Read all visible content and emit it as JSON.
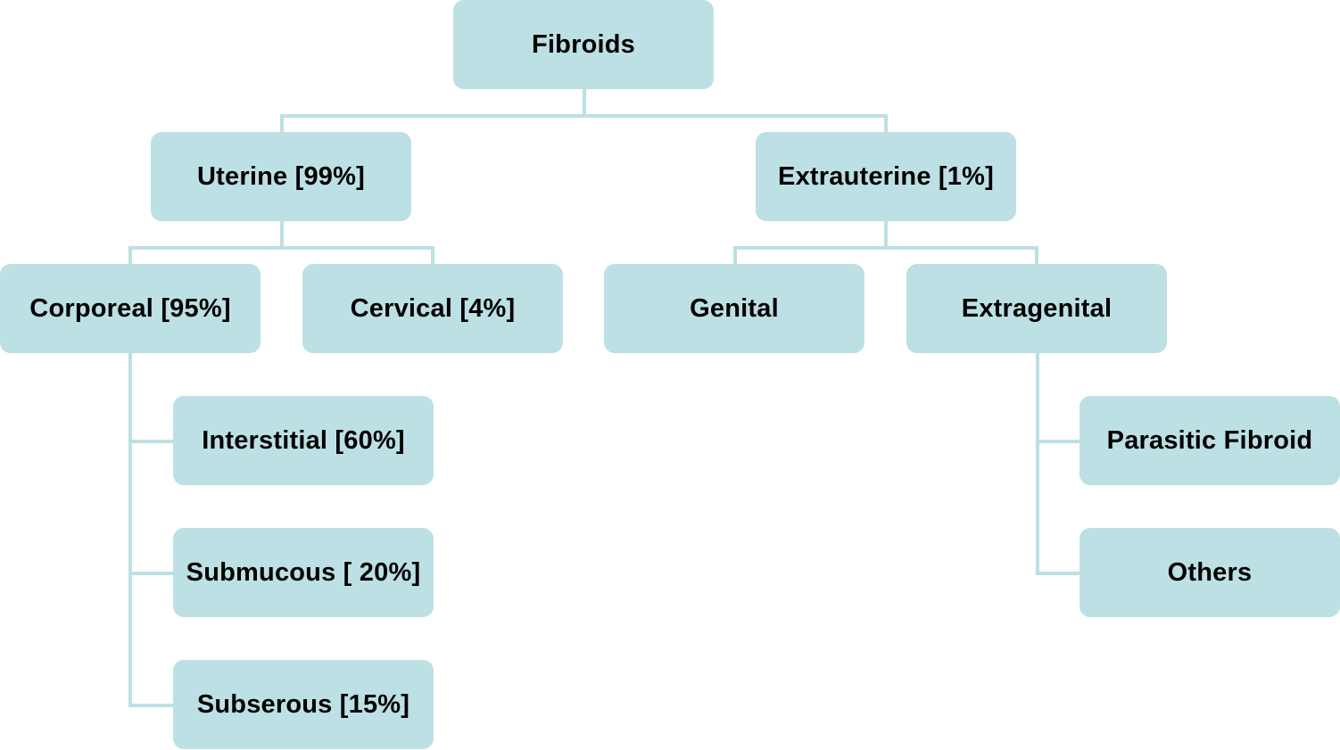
{
  "diagram": {
    "nodes": {
      "root": "Fibroids",
      "uterine": "Uterine [99%]",
      "extrauterine": "Extrauterine [1%]",
      "corporeal": "Corporeal [95%]",
      "cervical": "Cervical [4%]",
      "genital": "Genital",
      "extragenital": "Extragenital",
      "interstitial": "Interstitial [60%]",
      "submucous": "Submucous [ 20%]",
      "subserous": "Subserous [15%]",
      "parasitic": "Parasitic Fibroid",
      "others": "Others"
    },
    "edges": [
      [
        "root",
        "uterine"
      ],
      [
        "root",
        "extrauterine"
      ],
      [
        "uterine",
        "corporeal"
      ],
      [
        "uterine",
        "cervical"
      ],
      [
        "extrauterine",
        "genital"
      ],
      [
        "extrauterine",
        "extragenital"
      ],
      [
        "corporeal",
        "interstitial"
      ],
      [
        "corporeal",
        "submucous"
      ],
      [
        "corporeal",
        "subserous"
      ],
      [
        "extragenital",
        "parasitic"
      ],
      [
        "extragenital",
        "others"
      ]
    ],
    "colors": {
      "node_fill": "#bde0e4",
      "connector": "#bde0e4",
      "text": "#000000"
    }
  }
}
